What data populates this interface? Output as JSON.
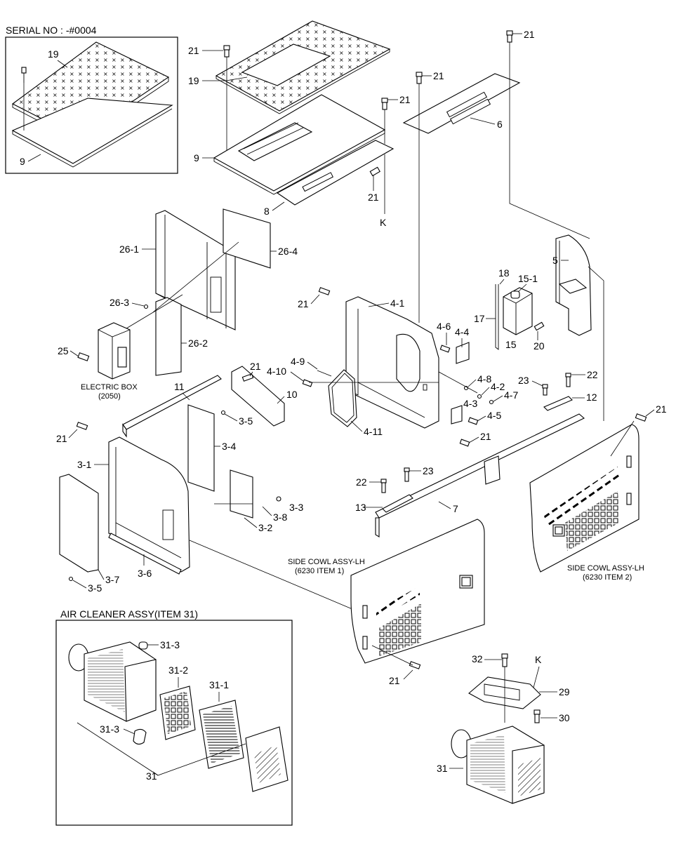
{
  "headers": {
    "serial": "SERIAL NO : -#0004",
    "air_cleaner": "AIR CLEANER ASSY(ITEM 31)"
  },
  "captions": {
    "electric_box": "ELECTRIC BOX",
    "electric_box_ref": "(2050)",
    "side_cowl_lh_1": "SIDE COWL ASSY-LH",
    "side_cowl_lh_1_ref": "(6230 ITEM 1)",
    "side_cowl_lh_2": "SIDE COWL ASSY-LH",
    "side_cowl_lh_2_ref": "(6230 ITEM 2)"
  },
  "callouts": {
    "serial_19": "19",
    "serial_9": "9",
    "c21_top": "21",
    "c19": "19",
    "c9": "9",
    "c21_mid": "21",
    "c21_a": "21",
    "c8": "8",
    "c21_b": "21",
    "ck_top": "K",
    "c21_right_top": "21",
    "c21_6": "21",
    "c6": "6",
    "c26_1": "26-1",
    "c26_4": "26-4",
    "c26_3": "26-3",
    "c26_2": "26-2",
    "c25": "25",
    "c21_41": "21",
    "c4_1": "4-1",
    "c5": "5",
    "c18": "18",
    "c15_1": "15-1",
    "c17": "17",
    "c15": "15",
    "c20": "20",
    "c4_6": "4-6",
    "c4_4": "4-4",
    "c4_9": "4-9",
    "c4_10": "4-10",
    "c21_10": "21",
    "c4_8": "4-8",
    "c4_2": "4-2",
    "c4_7": "4-7",
    "c4_3": "4-3",
    "c4_5": "4-5",
    "c23_r": "23",
    "c22_r": "22",
    "c12": "12",
    "c11": "11",
    "c10": "10",
    "c4_11": "4-11",
    "c21_45": "21",
    "c21_far": "21",
    "c21_3": "21",
    "c3_5a": "3-5",
    "c3_4": "3-4",
    "c3_1": "3-1",
    "c3_3": "3-3",
    "c3_8": "3-8",
    "c3_2": "3-2",
    "c3_7": "3-7",
    "c3_5b": "3-5",
    "c3_6": "3-6",
    "c22_l": "22",
    "c23_l": "23",
    "c13": "13",
    "c7": "7",
    "c31_3a": "31-3",
    "c31_2": "31-2",
    "c31_1": "31-1",
    "c31_3b": "31-3",
    "c31": "31",
    "c21_cowl": "21",
    "c32": "32",
    "ck_bottom": "K",
    "c29": "29",
    "c30": "30",
    "c31_b": "31"
  }
}
